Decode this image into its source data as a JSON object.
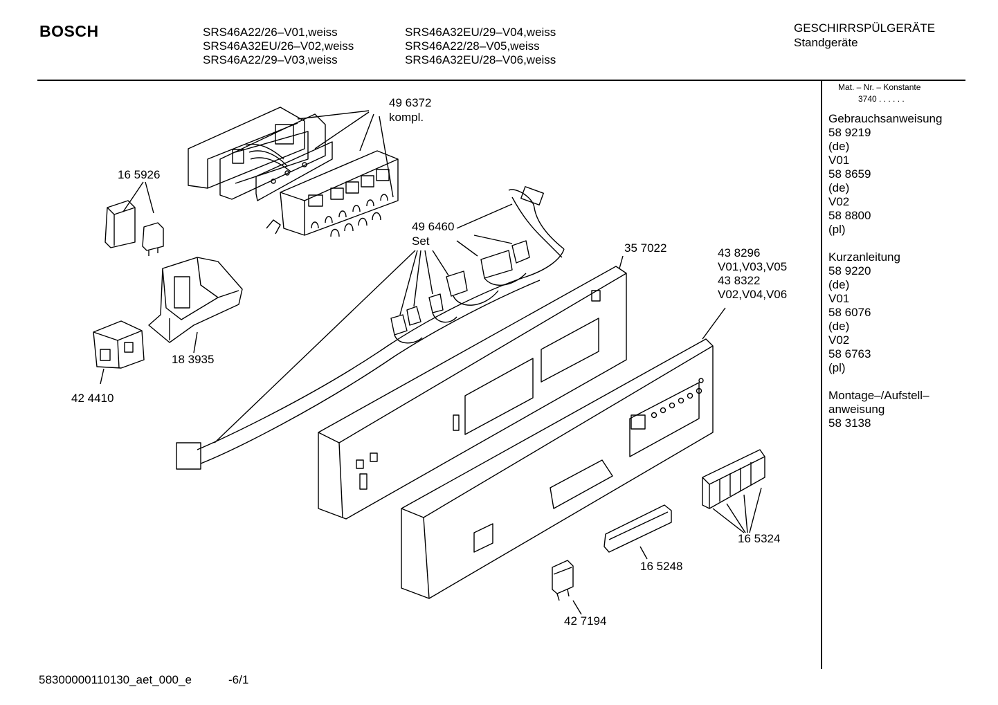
{
  "header": {
    "brand": "BOSCH",
    "models_col1": [
      "SRS46A22/26–V01,weiss",
      "SRS46A32EU/26–V02,weiss",
      "SRS46A22/29–V03,weiss"
    ],
    "models_col2": [
      "SRS46A32EU/29–V04,weiss",
      "SRS46A22/28–V05,weiss",
      "SRS46A32EU/28–V06,weiss"
    ],
    "category": "GESCHIRRSPÜLGERÄTE",
    "subcategory": "Standgeräte"
  },
  "sidebar": {
    "mat_label": "Mat. – Nr. – Konstante",
    "mat_value": "3740 . . . . . .",
    "sections": [
      {
        "lines": [
          "Gebrauchsanweisung",
          "58 9219",
          "(de)",
          "V01",
          "58 8659",
          "(de)",
          "V02",
          "58 8800",
          "(pl)"
        ]
      },
      {
        "lines": [
          "Kurzanleitung",
          "58 9220",
          "(de)",
          "V01",
          "58 6076",
          "(de)",
          "V02",
          "58 6763",
          "(pl)"
        ]
      },
      {
        "lines": [
          "Montage–/Aufstell–",
          "anweisung",
          "58 3138"
        ]
      }
    ]
  },
  "parts": {
    "p496372": [
      "49 6372",
      "kompl."
    ],
    "p165926": [
      "16 5926"
    ],
    "p496460": [
      "49 6460",
      "Set"
    ],
    "p357022": [
      "35 7022"
    ],
    "p438296": [
      "43 8296",
      "V01,V03,V05",
      "43 8322",
      "V02,V04,V06"
    ],
    "p183935": [
      "18 3935"
    ],
    "p424410": [
      "42 4410"
    ],
    "p165324": [
      "16 5324"
    ],
    "p165248": [
      "16 5248"
    ],
    "p427194": [
      "42 7194"
    ]
  },
  "footer": {
    "code": "58300000110130_aet_000_e",
    "page": "-6/1"
  }
}
